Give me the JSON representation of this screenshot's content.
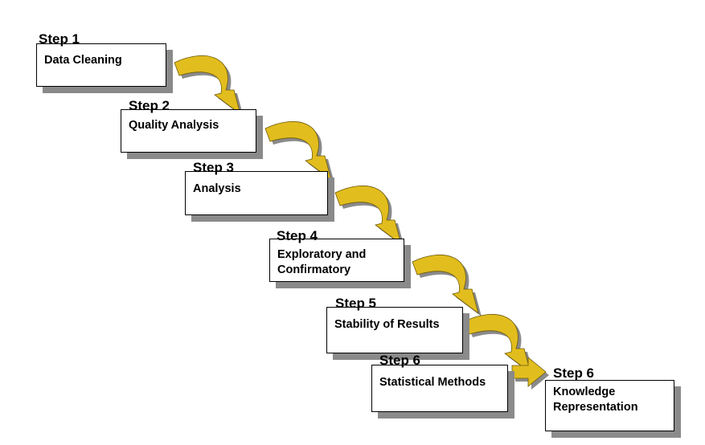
{
  "colors": {
    "arrow_fill": "#e2bd1e",
    "arrow_shadow": "#8a8a8a",
    "box_border": "#000000",
    "box_shadow": "#8a8a8a"
  },
  "steps": [
    {
      "label": "Step 1",
      "text": "Data Cleaning"
    },
    {
      "label": "Step 2",
      "text": "Quality Analysis"
    },
    {
      "label": "Step 3",
      "text": "Analysis"
    },
    {
      "label": "Step 4",
      "text": "Exploratory and\nConfirmatory"
    },
    {
      "label": "Step 5",
      "text": "Stability of Results"
    },
    {
      "label": "Step 6",
      "text": "Statistical Methods"
    },
    {
      "label": "Step 6",
      "text": "Knowledge\nRepresentation"
    }
  ],
  "arrows": [
    {
      "from": "Step 1",
      "to": "Step 2",
      "icon": "curved-down-arrow-icon"
    },
    {
      "from": "Step 2",
      "to": "Step 3",
      "icon": "curved-down-arrow-icon"
    },
    {
      "from": "Step 3",
      "to": "Step 4",
      "icon": "curved-down-arrow-icon"
    },
    {
      "from": "Step 4",
      "to": "Step 5",
      "icon": "curved-down-arrow-icon"
    },
    {
      "from": "Step 5",
      "to": "Step 6",
      "icon": "curved-down-arrow-icon"
    },
    {
      "from": "Step 6",
      "to": "Step 6",
      "icon": "right-arrow-icon"
    }
  ]
}
